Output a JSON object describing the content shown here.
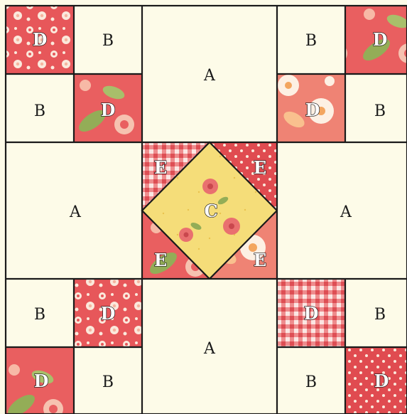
{
  "colors": {
    "background": "#fdfbe8",
    "outline": "#1a1a1a",
    "red_floral": "#e7575a",
    "red_floral_light": "#f08a83",
    "red_check": "#e56468",
    "red_dot": "#e04b50",
    "yellow_center": "#f5dd79",
    "petal": "#fbe9dc",
    "leaf": "#93ad57"
  },
  "pieces": {
    "top_left_d": "D",
    "top_left_b1": "B",
    "top_left_b2": "B",
    "top_left_d2": "D",
    "top_a": "A",
    "top_right_b1": "B",
    "top_right_d1": "D",
    "top_right_d2": "D",
    "top_right_b2": "B",
    "left_a": "A",
    "center_e_tl": "E",
    "center_e_tr": "E",
    "center_c": "C",
    "center_e_bl": "E",
    "center_e_br": "E",
    "right_a": "A",
    "bottom_left_b1": "B",
    "bottom_left_d1": "D",
    "bottom_left_d2": "D",
    "bottom_left_b2": "B",
    "bottom_a": "A",
    "bottom_right_d1": "D",
    "bottom_right_b1": "B",
    "bottom_right_b2": "B",
    "bottom_right_d2": "D"
  }
}
